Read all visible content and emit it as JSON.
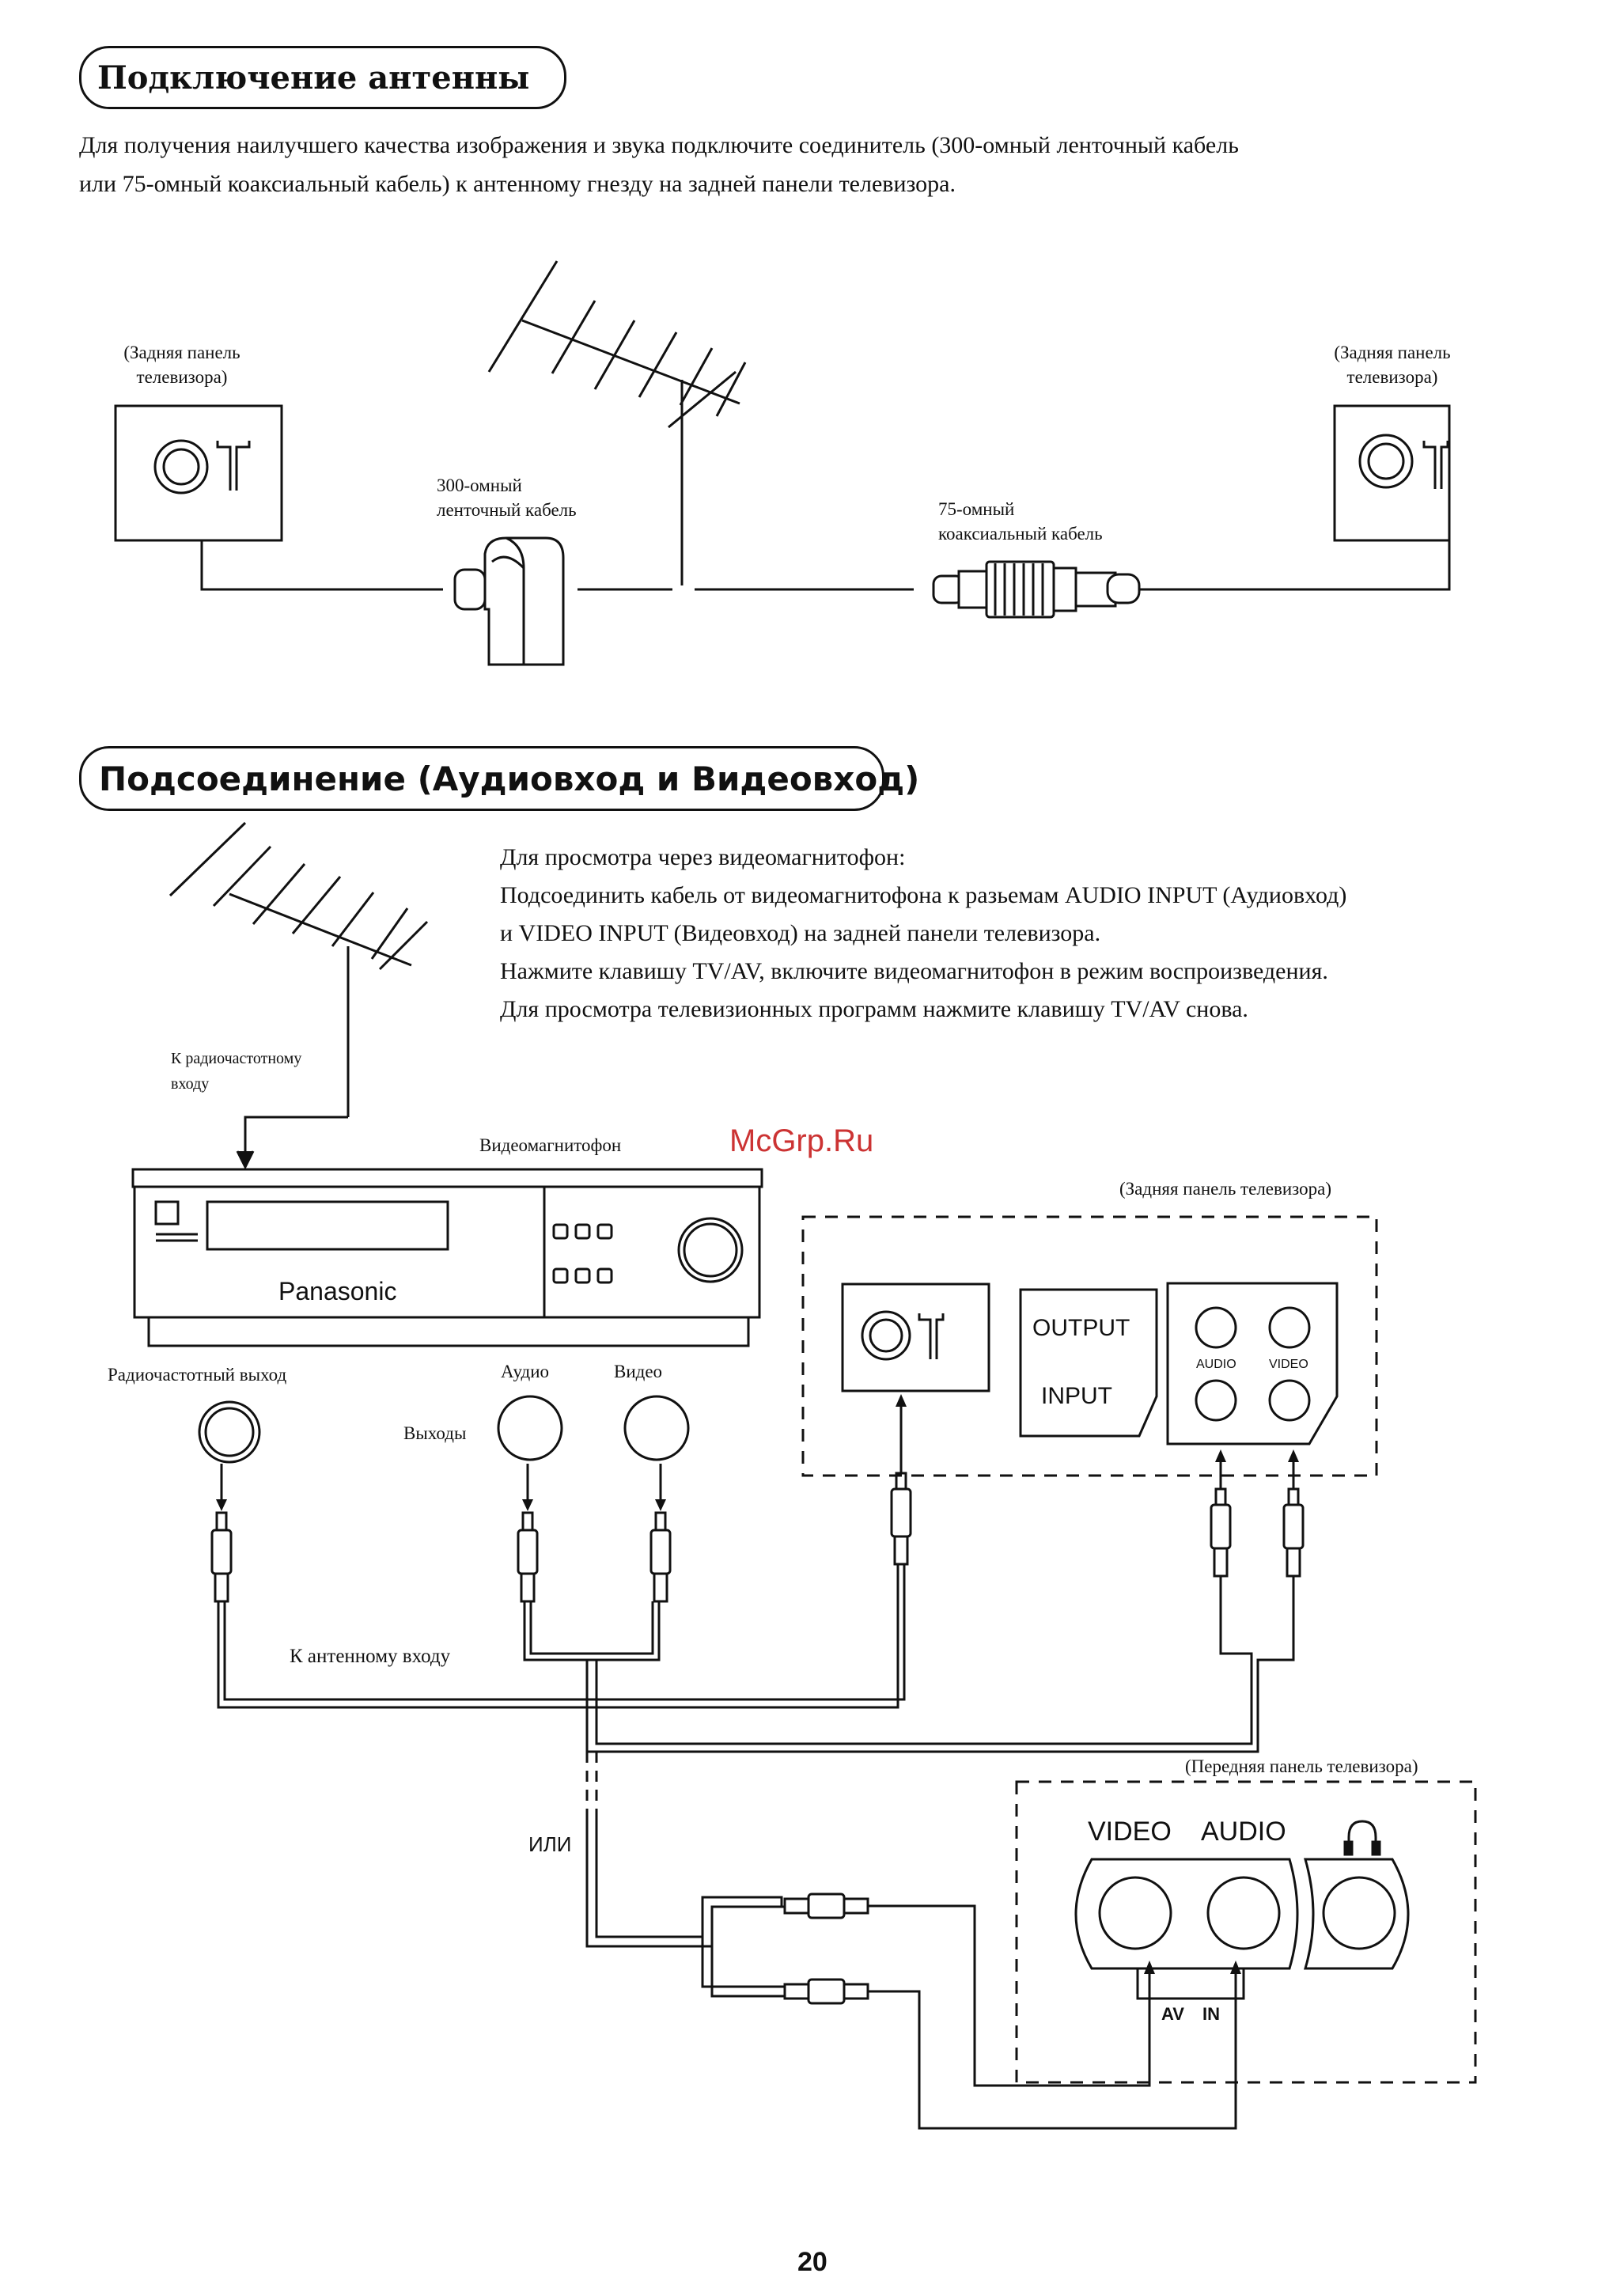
{
  "section1": {
    "title": "Подключение антенны",
    "intro_line1": "Для получения наилучшего качества изображения и звука подключите соединитель (300-омный ленточный кабель",
    "intro_line2": "или 75-омный коаксиальный кабель) к антенному гнезду на задней панели телевизора.",
    "left_panel_label_1": "(Задняя панель",
    "left_panel_label_2": "телевизора)",
    "right_panel_label_1": "(Задняя панель",
    "right_panel_label_2": "телевизора)",
    "ribbon_label_1": "300-омный",
    "ribbon_label_2": "ленточный кабель",
    "coax_label_1": "75-омный",
    "coax_label_2": "коаксиальный кабель"
  },
  "section2": {
    "title": "Подсоединение (Аудиовход и Видеовход)",
    "text_line1": "Для просмотра через видеомагнитофон:",
    "text_line2": "Подсоединить кабель от видеомагнитофона к разьемам AUDIO INPUT (Аудиовход)",
    "text_line3": "и VIDEO INPUT (Видеовход) на задней панели телевизора.",
    "text_line4": "Нажмите клавишу TV/AV, включите видеомагнитофон в режим воспроизведения.",
    "text_line5": "Для просмотра телевизионных программ нажмите клавишу TV/AV снова.",
    "rf_input_label_1": "К радиочастотному",
    "rf_input_label_2": "входу",
    "vcr_label": "Видеомагнитофон",
    "vcr_brand": "Panasonic",
    "watermark": "McGrp.Ru",
    "tv_rear_label": "(Задняя панель телевизора)",
    "output_label": "OUTPUT",
    "input_label": "INPUT",
    "audio_jack_label": "AUDIO",
    "video_jack_label": "VIDEO",
    "rf_output_label": "Радиочастотный выход",
    "audio_label": "Аудио",
    "video_label": "Видео",
    "outputs_label": "Выходы",
    "antenna_input_label": "К антенному входу",
    "or_label": "ИЛИ",
    "tv_front_label": "(Передняя панель телевизора)",
    "front_video": "VIDEO",
    "front_audio": "AUDIO",
    "av_label": "AV",
    "in_label": "IN"
  },
  "page_number": "20"
}
